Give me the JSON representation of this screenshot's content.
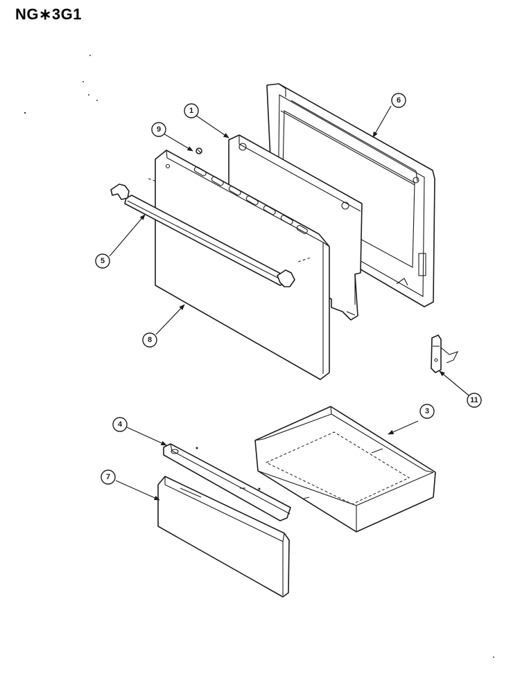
{
  "title": "NG∗3G1",
  "callouts": [
    {
      "id": "1",
      "part": "inner-door-panel"
    },
    {
      "id": "3",
      "part": "broiler-drawer-pan"
    },
    {
      "id": "4",
      "part": "drawer-front-bracket"
    },
    {
      "id": "5",
      "part": "door-handle"
    },
    {
      "id": "6",
      "part": "door-frame"
    },
    {
      "id": "7",
      "part": "drawer-front-panel"
    },
    {
      "id": "8",
      "part": "outer-door-panel"
    },
    {
      "id": "9",
      "part": "screw"
    },
    {
      "id": "11",
      "part": "door-hinge"
    }
  ],
  "colors": {
    "line": "#1a1a1a",
    "background": "#ffffff"
  }
}
